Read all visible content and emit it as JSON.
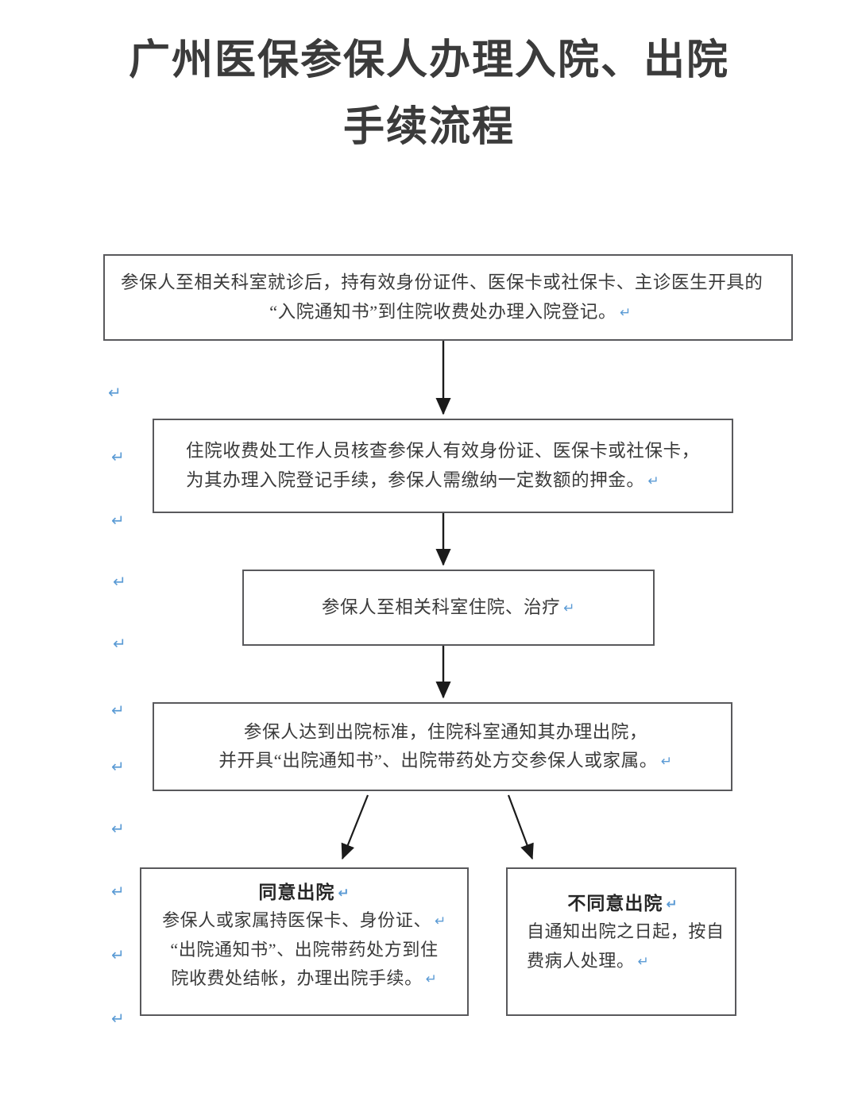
{
  "document": {
    "title_lines": [
      "广州医保参保人办理入院、出院",
      "手续流程"
    ]
  },
  "flowchart": {
    "type": "flowchart",
    "orientation": "top-to-bottom",
    "paragraph_mark_glyph": "↵",
    "paragraph_mark_color": "#5b9bd5",
    "box_border_color": "#59595c",
    "text_color": "#3a3a3a",
    "nodes": [
      {
        "id": "box1",
        "name": "admission-registration-step",
        "lines": [
          "参保人至相关科室就诊后，持有效身份证件、医保卡或社保卡、主诊医生开具的",
          "“入院通知书”到住院收费处办理入院登记。"
        ],
        "trailing_marks": [
          false,
          true
        ]
      },
      {
        "id": "box2",
        "name": "verification-and-deposit-step",
        "lines": [
          "住院收费处工作人员核查参保人有效身份证、医保卡或社保卡，",
          "为其办理入院登记手续，参保人需缴纳一定数额的押金。"
        ],
        "trailing_marks": [
          false,
          true
        ]
      },
      {
        "id": "box3",
        "name": "hospitalization-treatment-step",
        "lines": [
          "参保人至相关科室住院、治疗"
        ],
        "trailing_marks": [
          true
        ]
      },
      {
        "id": "box4",
        "name": "discharge-notification-step",
        "lines": [
          "参保人达到出院标准，住院科室通知其办理出院，",
          "并开具“出院通知书”、出院带药处方交参保人或家属。"
        ],
        "trailing_marks": [
          true,
          true
        ]
      },
      {
        "id": "box5",
        "name": "agree-discharge-branch",
        "heading": "同意出院",
        "heading_mark": true,
        "lines": [
          "参保人或家属持医保卡、身份证、",
          "“出院通知书”、出院带药处方到住",
          "院收费处结帐，办理出院手续。"
        ],
        "trailing_marks": [
          true,
          false,
          true
        ]
      },
      {
        "id": "box6",
        "name": "disagree-discharge-branch",
        "heading": "不同意出院",
        "heading_mark": true,
        "lines": [
          "自通知出院之日起，按自",
          "费病人处理。"
        ],
        "trailing_marks": [
          false,
          true
        ]
      }
    ],
    "edges": [
      {
        "from": "box1",
        "to": "box2",
        "style": "straight-down-arrow"
      },
      {
        "from": "box2",
        "to": "box3",
        "style": "straight-down-arrow"
      },
      {
        "from": "box3",
        "to": "box4",
        "style": "straight-down-arrow"
      },
      {
        "from": "box4",
        "to": "box5",
        "style": "diagonal-left-arrow"
      },
      {
        "from": "box4",
        "to": "box6",
        "style": "diagonal-right-arrow"
      }
    ]
  },
  "margin_marks": {
    "glyph": "↵",
    "count": 11
  }
}
